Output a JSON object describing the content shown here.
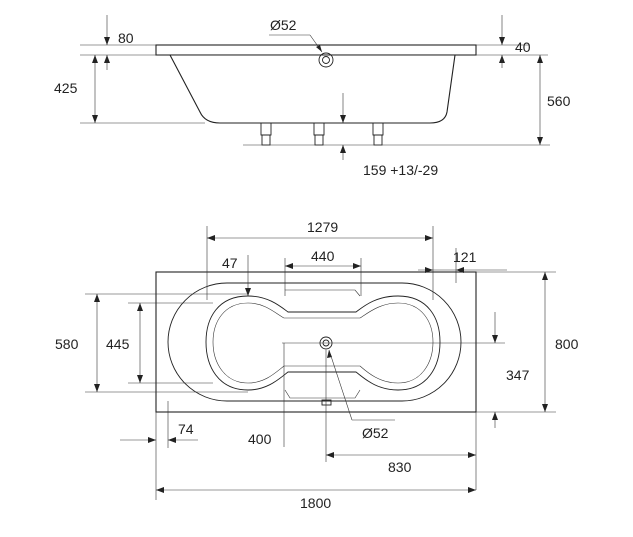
{
  "dimensions": {
    "side_view": {
      "rim_height": "80",
      "drain_diameter": "Ø52",
      "rim_right": "40",
      "body_height": "425",
      "total_height": "560",
      "leg_adjust": "159 +13/-29"
    },
    "top_view": {
      "inner_length": "1279",
      "armrest_length": "440",
      "left_offset": "47",
      "right_offset": "121",
      "outer_width_inner": "580",
      "inner_width": "445",
      "total_width": "800",
      "drain_offset_y": "347",
      "side_margin": "74",
      "drain_offset_x_left": "400",
      "drain_diameter": "Ø52",
      "drain_offset_x_right": "830",
      "total_length": "1800"
    }
  }
}
